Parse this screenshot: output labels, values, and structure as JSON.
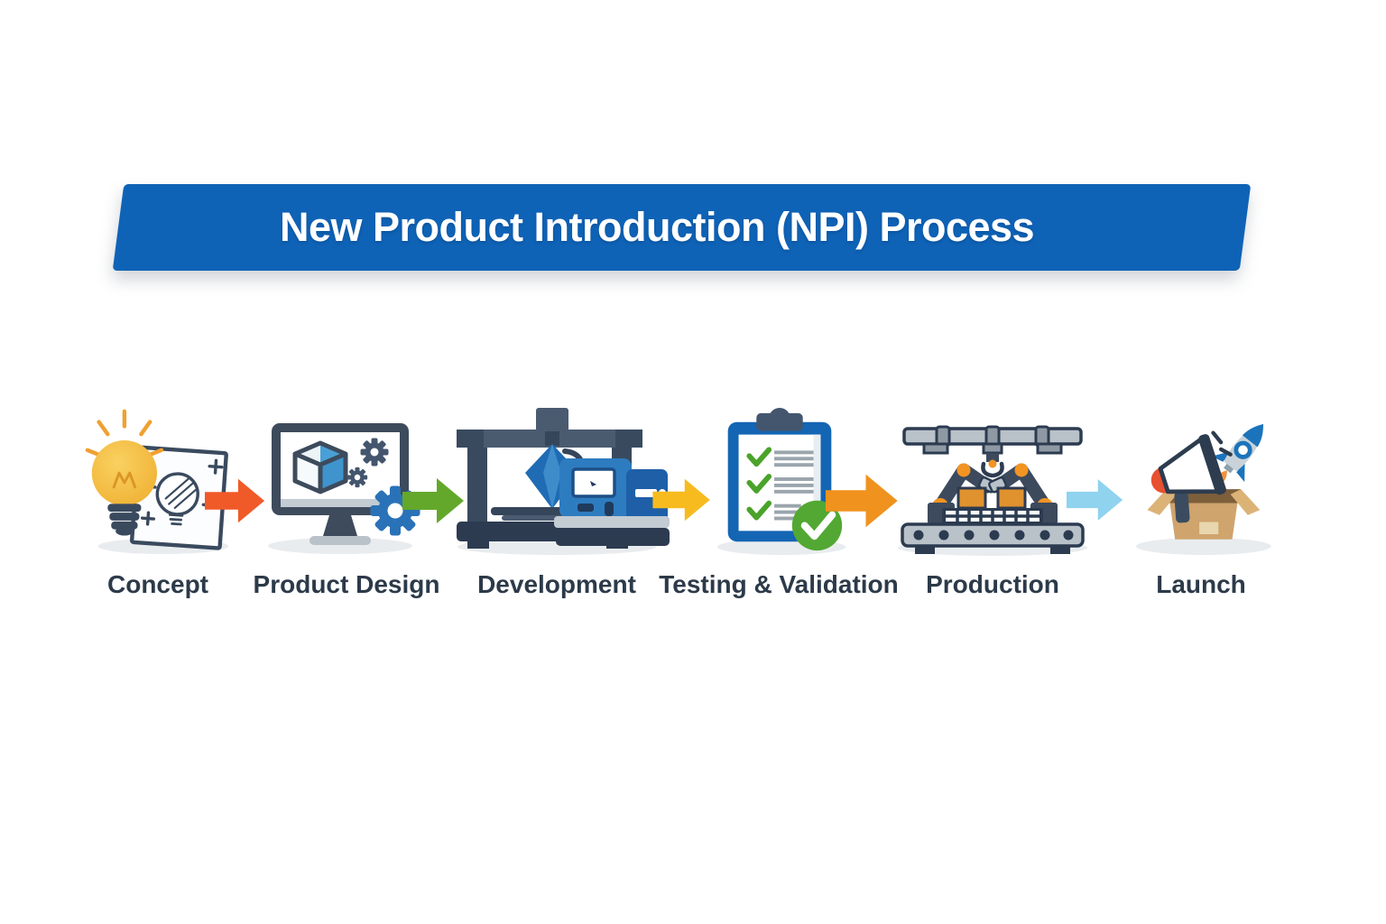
{
  "title": "New Product Introduction (NPI) Process",
  "banner": {
    "background": "#0f63b6",
    "text_color": "#ffffff"
  },
  "label_color": "#2c3a49",
  "stages": [
    {
      "label": "Concept",
      "icon": "lightbulb-sketch-icon"
    },
    {
      "label": "Product Design",
      "icon": "monitor-cad-gears-icon"
    },
    {
      "label": "Development",
      "icon": "printer-machine-icon"
    },
    {
      "label": "Testing & Validation",
      "icon": "checklist-clipboard-icon"
    },
    {
      "label": "Production",
      "icon": "robotic-assembly-line-icon"
    },
    {
      "label": "Launch",
      "icon": "box-megaphone-rocket-icon"
    }
  ],
  "arrows": [
    {
      "from": "Concept",
      "to": "Product Design",
      "color": "#f05a28"
    },
    {
      "from": "Product Design",
      "to": "Development",
      "color": "#63a82b"
    },
    {
      "from": "Development",
      "to": "Testing & Validation",
      "color": "#f7bb20"
    },
    {
      "from": "Testing & Validation",
      "to": "Production",
      "color": "#f0921e"
    },
    {
      "from": "Production",
      "to": "Launch",
      "color": "#8fd3ef"
    }
  ]
}
